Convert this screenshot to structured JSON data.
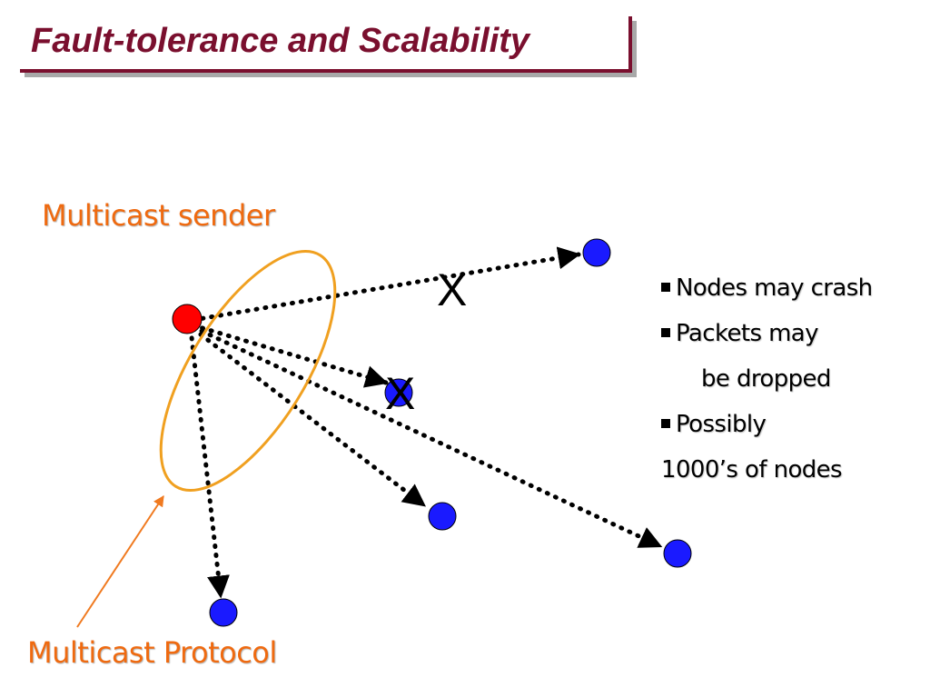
{
  "title": "Fault-tolerance and Scalability",
  "labels": {
    "sender": "Multicast sender",
    "protocol": "Multicast Protocol"
  },
  "bullets": [
    "Nodes may crash",
    "Packets may",
    "be dropped",
    "Possibly",
    "1000’s of nodes"
  ],
  "failure_marks": [
    "X",
    "X"
  ],
  "colors": {
    "title": "#7a0f2e",
    "label": "#ef6a10",
    "sender_node": "#ff0000",
    "receiver_node": "#1a1aff",
    "ellipse": "#f0a020",
    "pointer_arrow": "#f07a20"
  }
}
